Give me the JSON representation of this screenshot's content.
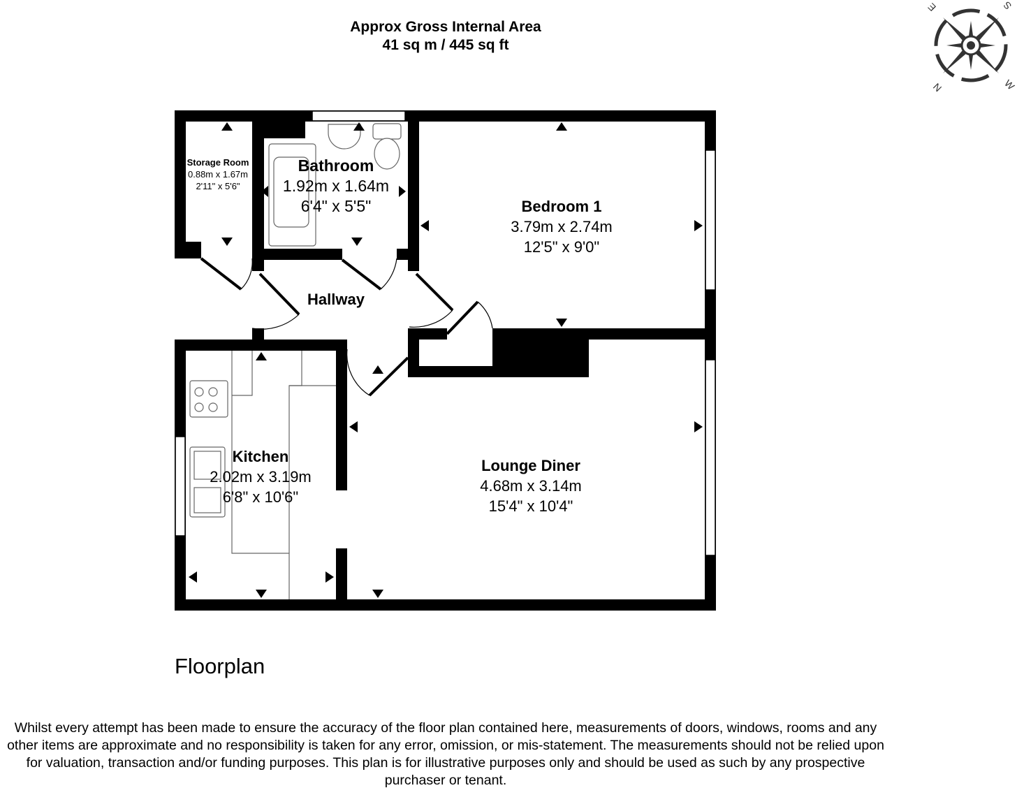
{
  "header": {
    "line1": "Approx Gross Internal Area",
    "line2": "41 sq m / 445 sq ft"
  },
  "compass": {
    "labels": [
      "N",
      "E",
      "S",
      "W"
    ]
  },
  "rooms": [
    {
      "name": "Storage Room",
      "metric": "0.88m x 1.67m",
      "imperial": "2'11\" x 5'6\""
    },
    {
      "name": "Bathroom",
      "metric": "1.92m x 1.64m",
      "imperial": "6'4\" x 5'5\""
    },
    {
      "name": "Bedroom 1",
      "metric": "3.79m x 2.74m",
      "imperial": "12'5\" x 9'0\""
    },
    {
      "name": "Hallway"
    },
    {
      "name": "Kitchen",
      "metric": "2.02m x 3.19m",
      "imperial": "6'8\" x 10'6\""
    },
    {
      "name": "Lounge Diner",
      "metric": "4.68m x 3.14m",
      "imperial": "15'4\" x 10'4\""
    }
  ],
  "floor_label": "Floorplan",
  "disclaimer": "Whilst every attempt has been made to ensure the accuracy of the floor plan contained here, measurements of doors, windows, rooms and any other items are approximate and no responsibility is taken for any error, omission, or mis-statement. The measurements should not be relied upon for valuation, transaction and/or funding purposes. This plan is for illustrative purposes only and should be used as such by any prospective purchaser or tenant."
}
